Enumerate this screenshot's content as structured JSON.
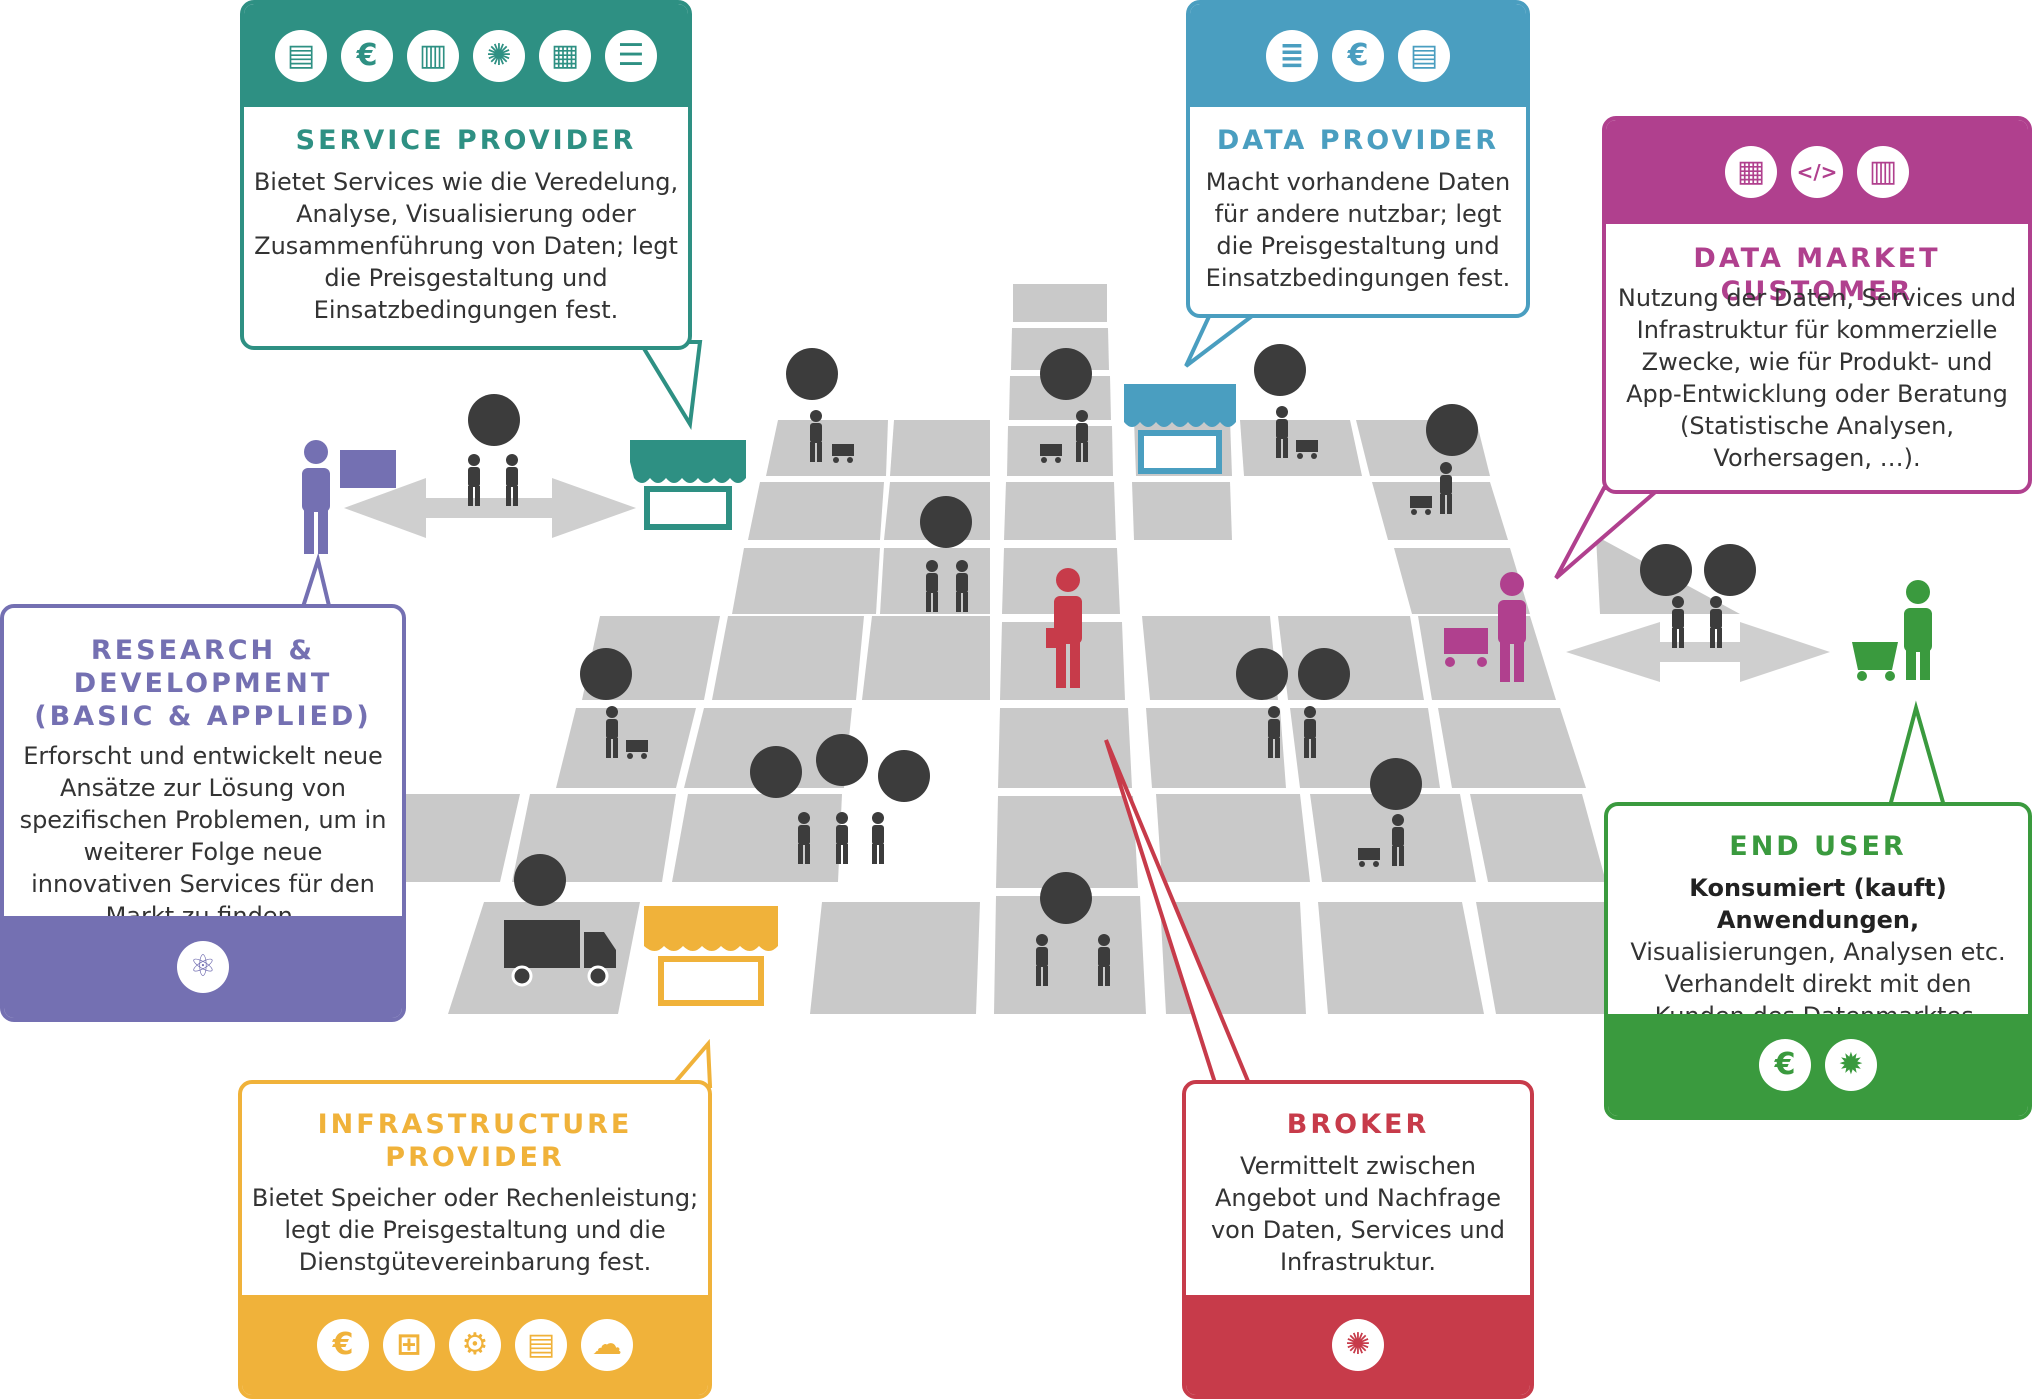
{
  "roles": {
    "service_provider": {
      "title": "SERVICE PROVIDER",
      "description": "Bietet Services wie die Veredelung, Analyse, Visualisierung oder Zusammenführung von Daten; legt die Preisgestaltung und Einsatzbedingungen fest.",
      "color": "#2e9083",
      "icons": [
        "document-icon",
        "euro-icon",
        "bar-chart-icon",
        "network-icon",
        "report-icon",
        "flowchart-icon"
      ]
    },
    "data_provider": {
      "title": "DATA PROVIDER",
      "description": "Macht vorhandene Daten für andere nutzbar; legt die Preisgestaltung und Einsatzbedingungen fest.",
      "color": "#4a9ec0",
      "icons": [
        "server-icon",
        "euro-icon",
        "document-icon"
      ]
    },
    "data_market_customer": {
      "title": "DATA MARKET CUSTOMER",
      "description": "Nutzung der Daten, Services und Infrastruktur für kommerzielle Zwecke, wie für Produkt- und App-Entwicklung oder Beratung (Statistische Analysen, Vorhersagen, …).",
      "color": "#b0408e",
      "icons": [
        "report-icon",
        "code-window-icon",
        "bar-chart-icon"
      ]
    },
    "research_development": {
      "title_lines": [
        "RESEARCH &",
        "DEVELOPMENT",
        "(BASIC & APPLIED)"
      ],
      "description": "Erforscht und entwickelt neue Ansätze zur Lösung von spezifischen Problemen, um in weiterer Folge neue innovativen Services für den Markt zu finden.",
      "color": "#7470b2",
      "icons": [
        "atom-icon"
      ]
    },
    "end_user": {
      "title": "END USER",
      "description_strong": "Konsumiert (kauft) Anwendungen,",
      "description": "Visualisierungen, Analysen etc. Verhandelt direkt mit den Kunden des Datenmarktes.",
      "color": "#3a9a3e",
      "icons": [
        "euro-icon",
        "lightbulb-icon"
      ]
    },
    "infrastructure_provider": {
      "title_lines": [
        "INFRASTRUCTURE",
        "PROVIDER"
      ],
      "description": "Bietet Speicher oder Rechenleistung; legt die Preisgestaltung und die Dienstgütevereinbarung fest.",
      "color": "#f0b23a",
      "icons": [
        "euro-icon",
        "network-tree-icon",
        "gears-icon",
        "document-icon",
        "cloud-upload-icon"
      ]
    },
    "broker": {
      "title": "BROKER",
      "description": "Vermittelt zwischen Angebot und Nachfrage von Daten, Services und Infrastruktur.",
      "color": "#c73b4a",
      "icons": [
        "network-icon"
      ]
    }
  },
  "colors": {
    "tile": "#c9c9c9",
    "dark_icon": "#3c3c3c",
    "arrow": "#cfcfcf"
  }
}
